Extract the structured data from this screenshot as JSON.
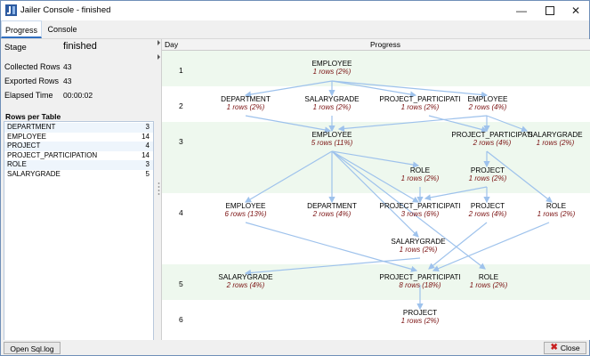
{
  "window": {
    "title": "Jailer Console - finished"
  },
  "tabs": [
    {
      "label": "Progress"
    },
    {
      "label": "Console"
    }
  ],
  "stats": {
    "stage_label": "Stage",
    "stage_value": "finished",
    "collected_label": "Collected Rows",
    "collected_value": "43",
    "exported_label": "Exported Rows",
    "exported_value": "43",
    "elapsed_label": "Elapsed Time",
    "elapsed_value": "00:00:02"
  },
  "rows_per_table": {
    "title": "Rows per Table",
    "rows": [
      {
        "name": "DEPARTMENT",
        "count": "3"
      },
      {
        "name": "EMPLOYEE",
        "count": "14"
      },
      {
        "name": "PROJECT",
        "count": "4"
      },
      {
        "name": "PROJECT_PARTICIPATION",
        "count": "14"
      },
      {
        "name": "ROLE",
        "count": "3"
      },
      {
        "name": "SALARYGRADE",
        "count": "5"
      }
    ]
  },
  "graph": {
    "header_day": "Day",
    "header_progress": "Progress",
    "days": [
      "1",
      "2",
      "3",
      "4",
      "5",
      "6"
    ],
    "nodes": [
      {
        "name": "EMPLOYEE",
        "rows": "1 rows (2%)"
      },
      {
        "name": "DEPARTMENT",
        "rows": "1 rows (2%)"
      },
      {
        "name": "SALARYGRADE",
        "rows": "1 rows (2%)"
      },
      {
        "name": "PROJECT_PARTICIPATI",
        "rows": "1 rows (2%)"
      },
      {
        "name": "EMPLOYEE",
        "rows": "2 rows (4%)"
      },
      {
        "name": "EMPLOYEE",
        "rows": "5 rows (11%)"
      },
      {
        "name": "PROJECT_PARTICIPATI",
        "rows": "2 rows (4%)"
      },
      {
        "name": "SALARYGRADE",
        "rows": "1 rows (2%)"
      },
      {
        "name": "ROLE",
        "rows": "1 rows (2%)"
      },
      {
        "name": "PROJECT",
        "rows": "1 rows (2%)"
      },
      {
        "name": "EMPLOYEE",
        "rows": "6 rows (13%)"
      },
      {
        "name": "DEPARTMENT",
        "rows": "2 rows (4%)"
      },
      {
        "name": "PROJECT_PARTICIPATI",
        "rows": "3 rows (6%)"
      },
      {
        "name": "PROJECT",
        "rows": "2 rows (4%)"
      },
      {
        "name": "ROLE",
        "rows": "1 rows (2%)"
      },
      {
        "name": "SALARYGRADE",
        "rows": "1 rows (2%)"
      },
      {
        "name": "SALARYGRADE",
        "rows": "2 rows (4%)"
      },
      {
        "name": "PROJECT_PARTICIPATI",
        "rows": "8 rows (18%)"
      },
      {
        "name": "ROLE",
        "rows": "1 rows (2%)"
      },
      {
        "name": "PROJECT",
        "rows": "1 rows (2%)"
      }
    ]
  },
  "buttons": {
    "open_sql_log": "Open Sql.log",
    "close": "Close"
  },
  "colors": {
    "band": "#eef8ee",
    "edge": "#9ec2ec",
    "rows_text": "#7a1010",
    "accent": "#2f6fc0"
  }
}
